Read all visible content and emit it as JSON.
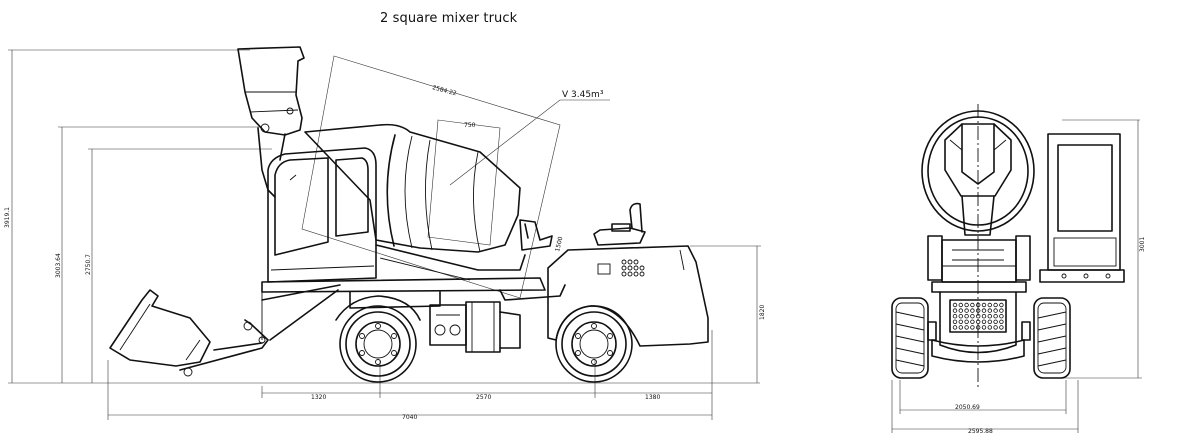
{
  "title": "2 square mixer truck",
  "volume_label": "V  3.45m³",
  "side_view": {
    "dims": {
      "overall_height": "3919.1",
      "height_2": "3003.64",
      "height_3": "2750.7",
      "drum_length": "2584.22",
      "drum_diameter": "750",
      "drum_depth": "1500",
      "rear_height": "1820",
      "front_overhang": "1320",
      "wheelbase": "2570",
      "rear_overhang": "1380",
      "overall_length": "7040"
    }
  },
  "rear_view": {
    "dims": {
      "height": "3001",
      "track": "2050.69",
      "overall_width": "2595.88"
    }
  }
}
